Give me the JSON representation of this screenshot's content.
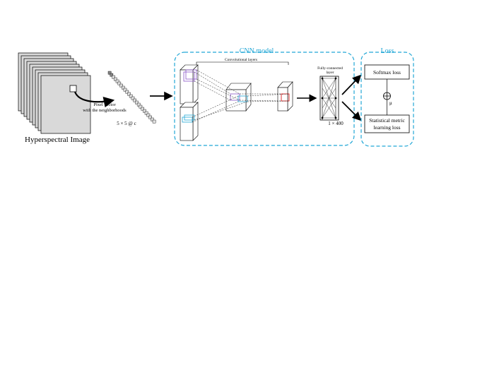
{
  "input": {
    "title": "Hyperspectral Image",
    "pixel_vector_line1": "Pixel vector",
    "pixel_vector_line2": "with the neighborhoods",
    "patch_size": "5 × 5 @ c"
  },
  "cnn": {
    "title": "CNN model",
    "conv_label": "Convolutional layers",
    "fc_label_line1": "Fully-connected",
    "fc_label_line2": "layer",
    "fc_size": "1 × 400"
  },
  "loss": {
    "title": "Loss",
    "softmax": "Softmax loss",
    "metric_line1": "Statistical metric",
    "metric_line2": "learning loss",
    "mu": "μ"
  },
  "colors": {
    "dashed_border": "#22a7d6",
    "purple": "#8a56c8",
    "red": "#d62020",
    "cyan": "#22a7d6"
  }
}
